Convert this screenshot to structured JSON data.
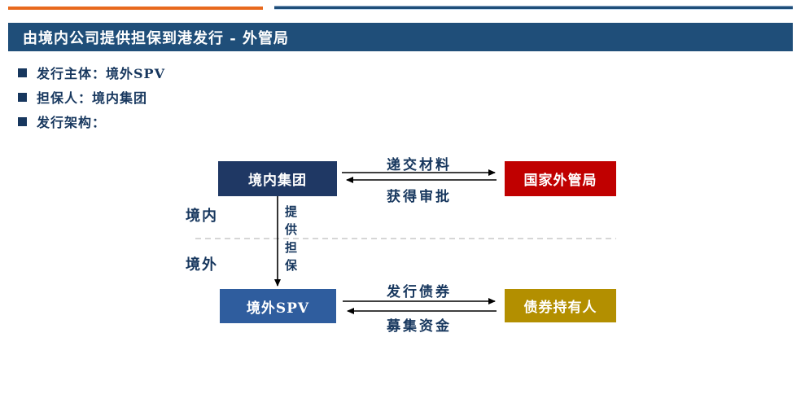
{
  "header": {
    "title": "由境内公司提供担保到港发行 - 外管局",
    "bar_color": "#1F4E79",
    "orange_rule_color": "#E8691D",
    "navy_rule_color": "#1F4E79"
  },
  "bullets": [
    {
      "label": "发行主体：境外SPV"
    },
    {
      "label": "担保人：境内集团"
    },
    {
      "label": "发行架构："
    }
  ],
  "diagram": {
    "region_labels": {
      "onshore": "境内",
      "offshore": "境外"
    },
    "nodes": [
      {
        "id": "domestic-group",
        "label": "境内集团",
        "color": "#1F3864"
      },
      {
        "id": "safe",
        "label": "国家外管局",
        "color": "#C00000"
      },
      {
        "id": "offshore-spv",
        "label": "境外SPV",
        "color": "#2F5D9E"
      },
      {
        "id": "bondholders",
        "label": "债券持有人",
        "color": "#B38F00"
      }
    ],
    "edges": [
      {
        "from": "domestic-group",
        "to": "safe",
        "label": "递交材料",
        "direction": "right"
      },
      {
        "from": "safe",
        "to": "domestic-group",
        "label": "获得审批",
        "direction": "left"
      },
      {
        "from": "domestic-group",
        "to": "offshore-spv",
        "label": "提供担保",
        "direction": "down"
      },
      {
        "from": "offshore-spv",
        "to": "bondholders",
        "label": "发行债券",
        "direction": "right"
      },
      {
        "from": "bondholders",
        "to": "offshore-spv",
        "label": "募集资金",
        "direction": "left"
      }
    ],
    "divider": {
      "style": "dashed",
      "color": "#C9C9C9"
    }
  },
  "colors": {
    "body_text": "#17375E",
    "arrow": "#000000"
  }
}
